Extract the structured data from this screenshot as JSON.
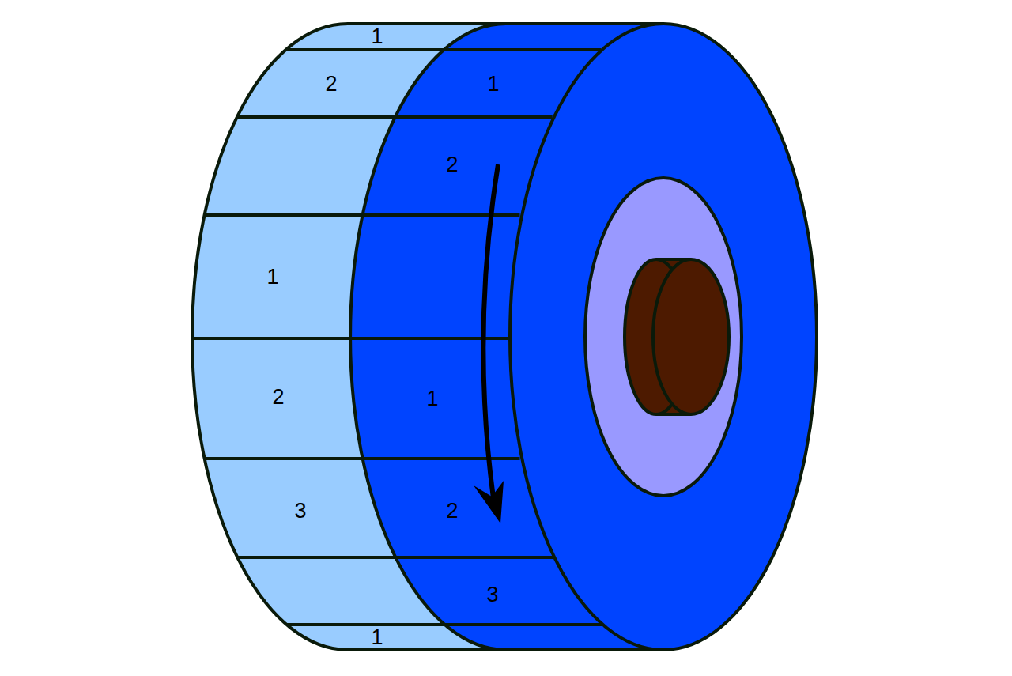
{
  "diagram": {
    "labels": [
      "1",
      "2",
      "1",
      "2",
      "1",
      "2",
      "1",
      "3",
      "2",
      "3",
      "1"
    ]
  }
}
